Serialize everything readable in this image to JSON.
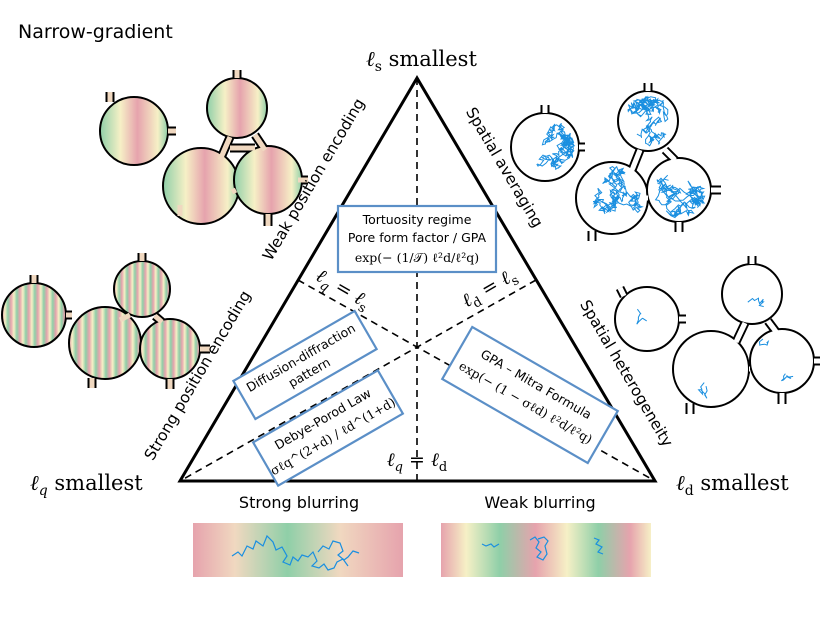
{
  "title": "Narrow-gradient",
  "vertices": {
    "top": {
      "sym": "ℓ",
      "sub": "s",
      "rest": " smallest"
    },
    "left": {
      "sym": "ℓ",
      "sub": "q",
      "rest": " smallest"
    },
    "right": {
      "sym": "ℓ",
      "sub": "d",
      "rest": " smallest"
    }
  },
  "edges": {
    "left_upper": "Weak position encoding",
    "left_lower": "Strong position encoding",
    "right_upper": "Spatial averaging",
    "right_lower": "Spatial heterogeneity",
    "bottom_left": "Strong blurring",
    "bottom_right": "Weak blurring"
  },
  "boundaries": {
    "qs": {
      "a": "ℓ",
      "as": "q",
      "eq": " = ",
      "b": "ℓ",
      "bs": "s"
    },
    "ds": {
      "a": "ℓ",
      "as": "d",
      "eq": " = ",
      "b": "ℓ",
      "bs": "s"
    },
    "qd": {
      "a": "ℓ",
      "as": "q",
      "eq": " = ",
      "b": "ℓ",
      "bs": "d"
    }
  },
  "regimes": {
    "tortuosity": {
      "line1": "Tortuosity regime",
      "line2": "Pore form factor / GPA",
      "formula": "exp(− (1/𝒯) ℓ²d/ℓ²q)"
    },
    "diffraction": {
      "line1": "Diffusion-diffraction",
      "line2": "pattern"
    },
    "debye": {
      "line1": "Debye-Porod Law",
      "formula": "σℓq^(2+d) / ℓd^(1+d)"
    },
    "mitra": {
      "line1": "GPA – Mitra Formula",
      "formula": "exp(− (1 − σℓd) ℓ²d/ℓ²q)"
    }
  },
  "colors": {
    "line": "#000000",
    "box_border": "#5b8fc7",
    "walk": "#1a8fe0",
    "pink": "#e6a3ad",
    "green": "#8fcfa8",
    "cream": "#f6f0c6"
  }
}
